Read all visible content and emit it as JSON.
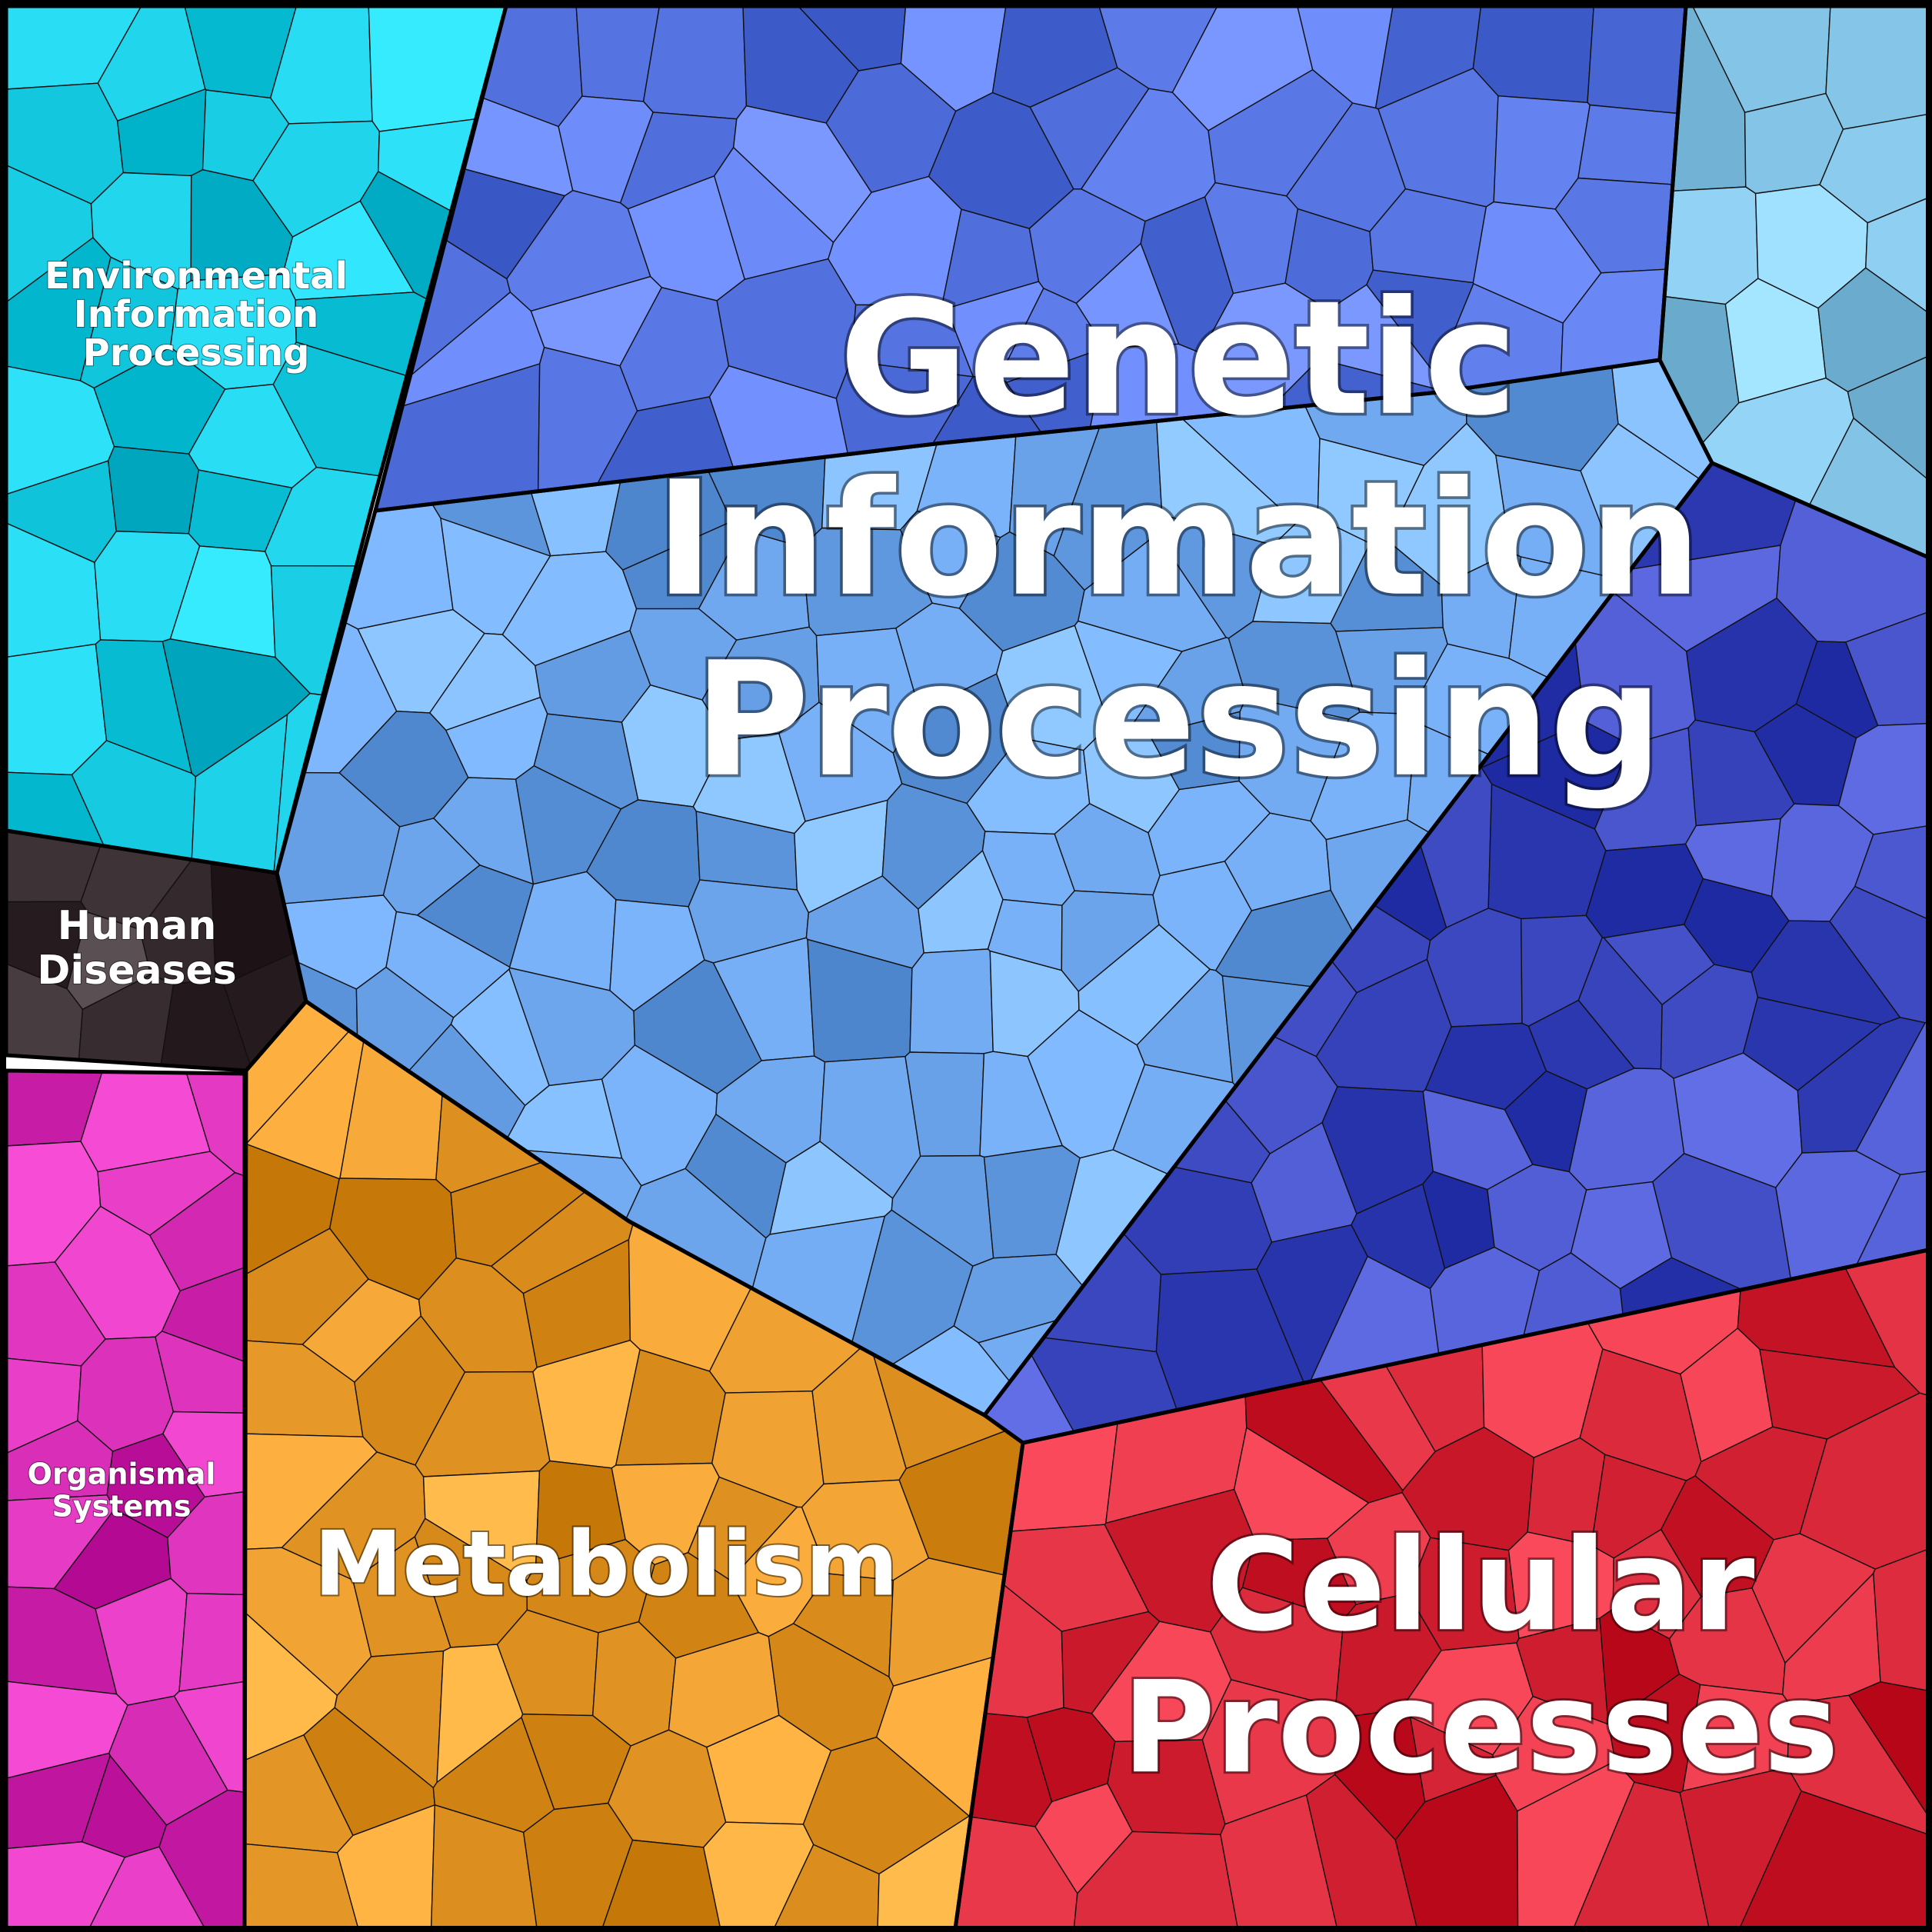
{
  "chart_data": {
    "type": "treemap",
    "subtype": "voronoi",
    "categories": [
      {
        "id": "gip",
        "name_lines": [
          "Genetic",
          "Information",
          "Processing"
        ],
        "color": "#6fa8ef"
      },
      {
        "id": "eip",
        "name_lines": [
          "Environmental",
          "Information",
          "Processing"
        ],
        "color": "#14c8e0"
      },
      {
        "id": "hd",
        "name_lines": [
          "Human",
          "Diseases"
        ],
        "color": "#3f3438"
      },
      {
        "id": "os",
        "name_lines": [
          "Organismal",
          "Systems"
        ],
        "color": "#d42ab4"
      },
      {
        "id": "met",
        "name_lines": [
          "Metabolism"
        ],
        "color": "#e89a2a"
      },
      {
        "id": "cp",
        "name_lines": [
          "Cellular",
          "Processes"
        ],
        "color": "#d8283a"
      },
      {
        "id": "blue_top",
        "name_lines": [],
        "color": "#5a78e6"
      },
      {
        "id": "indigo",
        "name_lines": [],
        "color": "#3f4cc4"
      },
      {
        "id": "lightblue",
        "name_lines": [],
        "color": "#8ccdf0"
      }
    ]
  }
}
